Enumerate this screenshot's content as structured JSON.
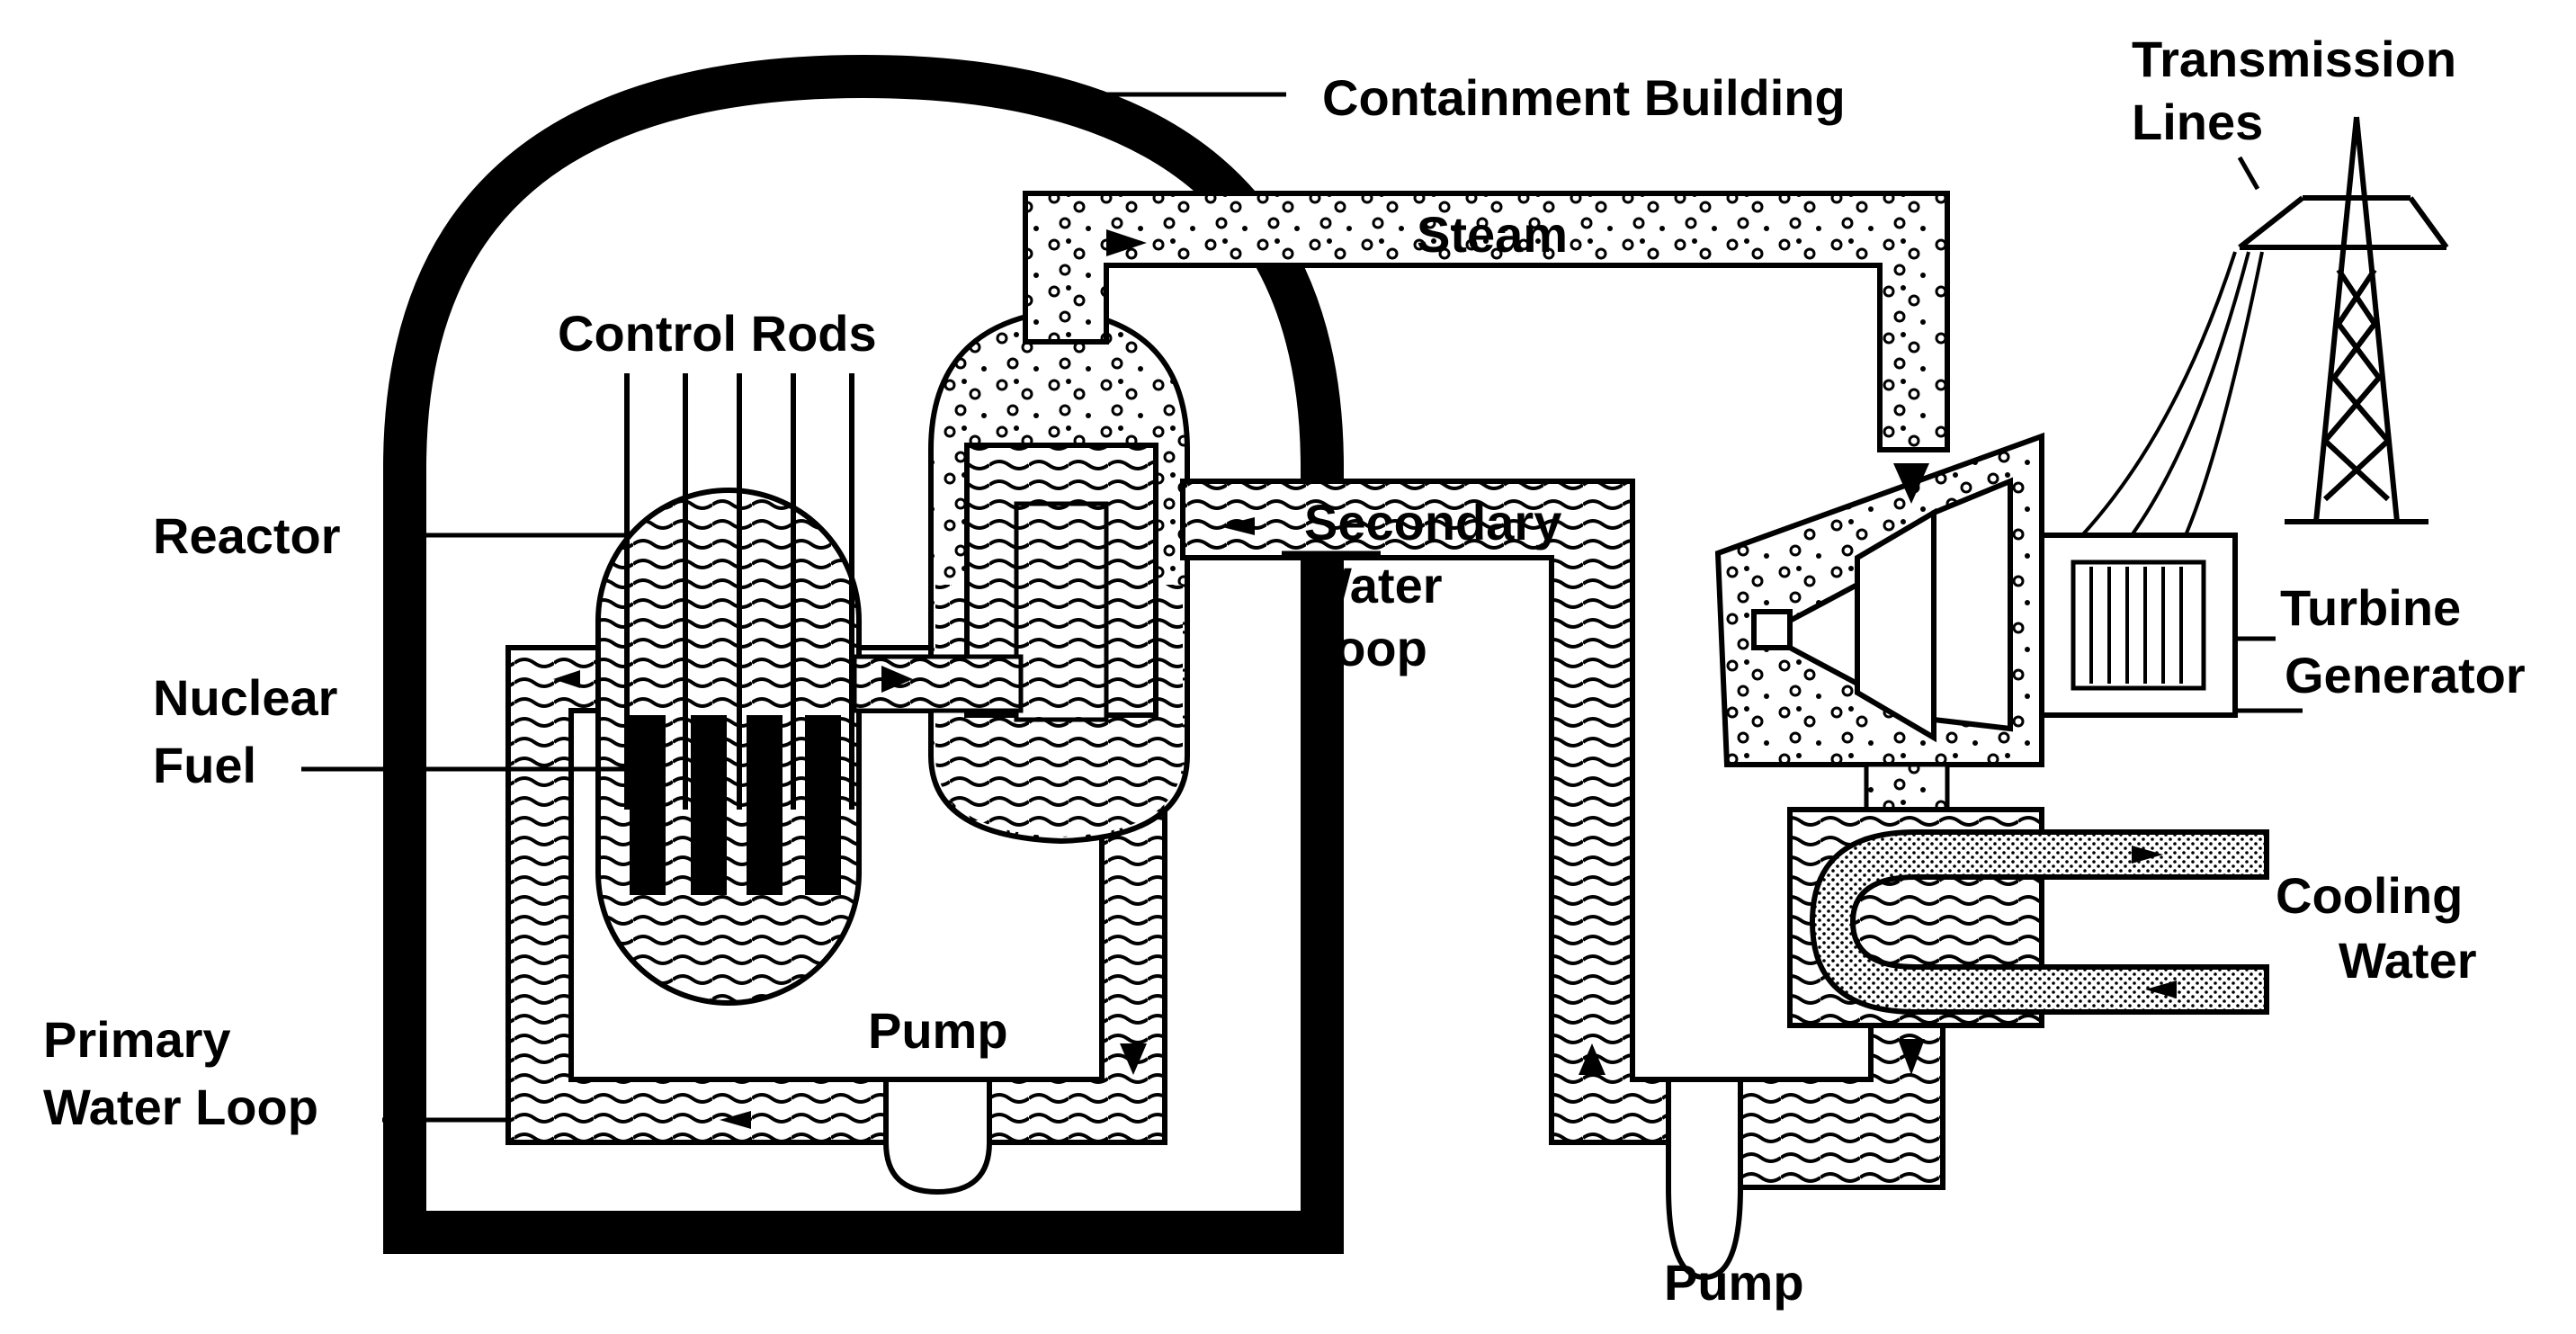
{
  "labels": {
    "containment_building": "Containment Building",
    "transmission_lines": [
      "Transmission",
      "Lines"
    ],
    "steam": "Steam",
    "control_rods": "Control Rods",
    "reactor": "Reactor",
    "secondary_water_loop": [
      "Secondary",
      "Water",
      "Loop"
    ],
    "turbine_generator": [
      "Turbine",
      "Generator"
    ],
    "nuclear_fuel": [
      "Nuclear",
      "Fuel"
    ],
    "cooling_water": [
      "Cooling",
      "Water"
    ],
    "pump_primary": "Pump",
    "primary_water_loop": [
      "Primary",
      "Water Loop"
    ],
    "pump_secondary": "Pump"
  },
  "colors": {
    "ink": "#000000",
    "paper": "#ffffff"
  },
  "icons": {
    "water": "wave-pattern",
    "steam": "bubble-pattern",
    "cooling": "dot-pattern"
  }
}
